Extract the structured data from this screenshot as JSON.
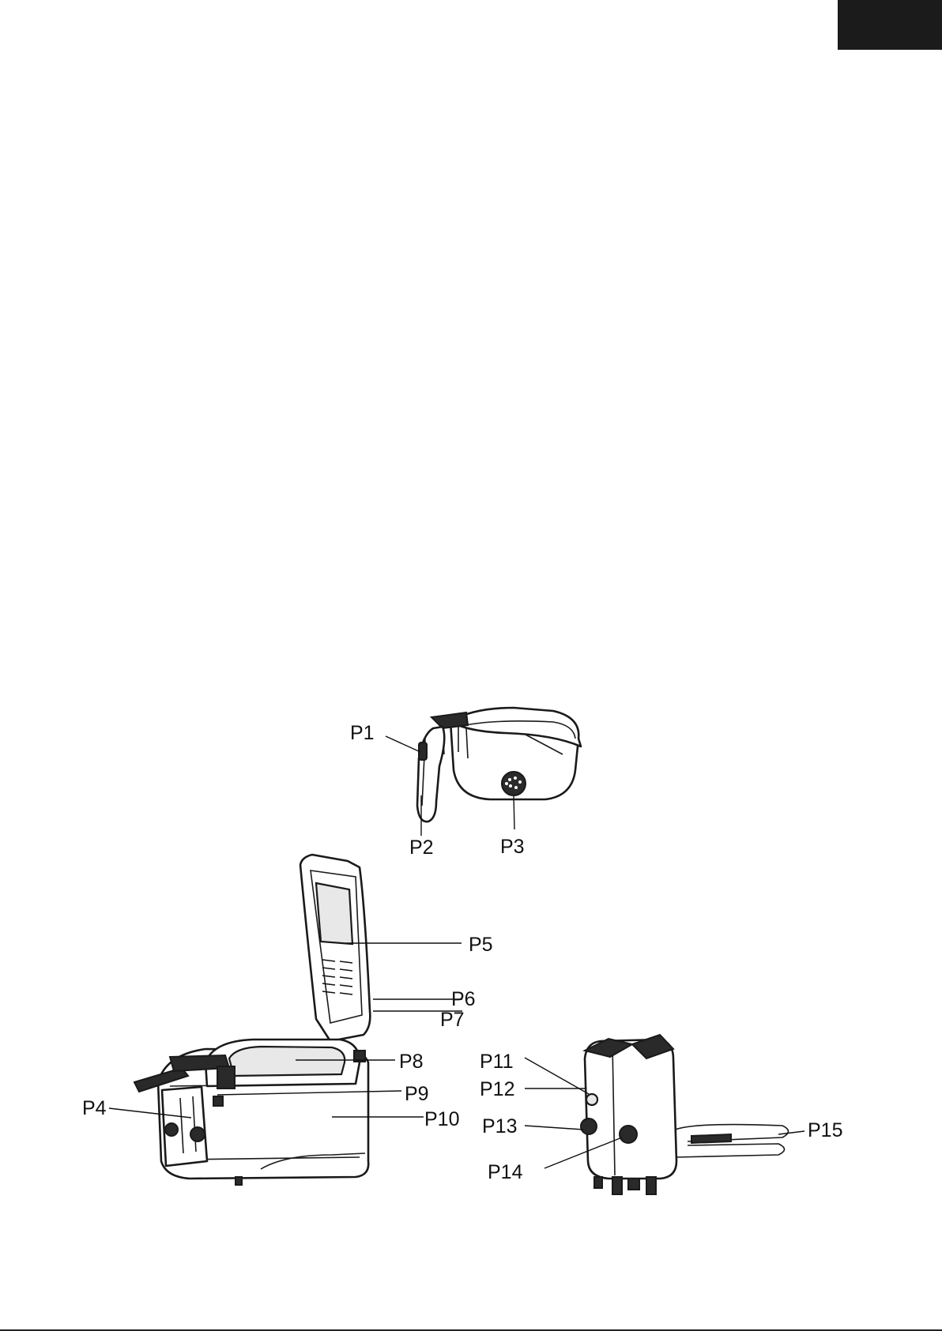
{
  "callouts": {
    "p1": "P1",
    "p2": "P2",
    "p3": "P3",
    "p4": "P4",
    "p5": "P5",
    "p6": "P6",
    "p7": "P7",
    "p8": "P8",
    "p9": "P9",
    "p10": "P10",
    "p11": "P11",
    "p12": "P12",
    "p13": "P13",
    "p14": "P14",
    "p15": "P15"
  },
  "colors": {
    "ink": "#111111",
    "tab": "#1b1b1b",
    "paper": "#ffffff"
  }
}
